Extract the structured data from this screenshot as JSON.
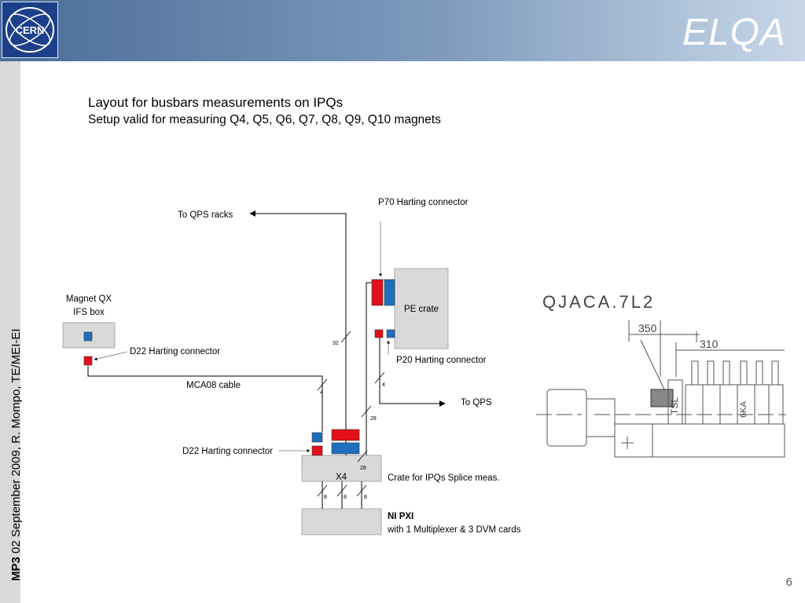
{
  "header": {
    "logo_text": "CERN",
    "title": "ELQA"
  },
  "sidebar": {
    "footer_bold": "MP3",
    "footer_text": " 02 September 2009, R. Mompo, TE/MEI-EI"
  },
  "content": {
    "title": "Layout for busbars measurements on IPQs",
    "subtitle": "Setup valid for measuring Q4, Q5, Q6, Q7, Q8, Q9, Q10 magnets"
  },
  "diagram": {
    "to_qps_racks": "To QPS racks",
    "p70_connector": "P70 Harting connector",
    "pe_crate": "PE crate",
    "magnet_qx_line1": "Magnet QX",
    "magnet_qx_line2": "IFS box",
    "d22_connector_top": "D22 Harting connector",
    "p20_connector": "P20 Harting connector",
    "mca08_cable": "MCA08 cable",
    "to_qps": "To QPS",
    "d22_connector_bottom": "D22 Harting connector",
    "x4": "X4",
    "crate_ipqs": "Crate for IPQs Splice meas.",
    "ni_pxi": "NI PXI",
    "ni_pxi_desc": "with 1 Multiplexer & 3 DVM cards",
    "wire_32": "32",
    "wire_4_left": "4",
    "wire_4_right": "4",
    "wire_28_upper": "28",
    "wire_28_lower": "28",
    "wire_8_a": "8",
    "wire_8_b": "8",
    "wire_8_c": "8"
  },
  "engineering_drawing": {
    "label": "QJACA.7L2",
    "dim_350": "350",
    "dim_310": "310",
    "tag_6ka": "6KA",
    "tag_tsl": "TSL"
  },
  "colors": {
    "connector_red": "#e3101a",
    "connector_blue": "#1f6fbf",
    "box_gray": "#d9d9d9"
  },
  "page_number": "6"
}
